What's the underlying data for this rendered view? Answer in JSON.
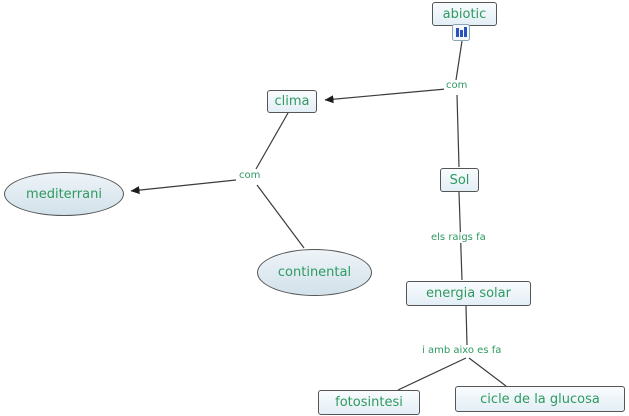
{
  "nodes": {
    "abiotic": {
      "label": "abiotic"
    },
    "clima": {
      "label": "clima"
    },
    "mediterrani": {
      "label": "mediterrani"
    },
    "continental": {
      "label": "continental"
    },
    "sol": {
      "label": "Sol"
    },
    "energia_solar": {
      "label": "energia solar"
    },
    "fotosintesi": {
      "label": "fotosintesi"
    },
    "cicle_glucosa": {
      "label": "cicle de la glucosa"
    }
  },
  "linking_phrases": {
    "com_abiotic": {
      "label": "com"
    },
    "com_clima": {
      "label": "com"
    },
    "els_raigs_fa": {
      "label": "els raigs fa"
    },
    "i_amb_aixo_es_fa": {
      "label": "i amb aixo es fa"
    }
  },
  "icons": {
    "abiotic_resource": "resource-attachment-icon"
  },
  "colors": {
    "concept_text": "#2e9a60",
    "rect_fill": "#eaf3f8",
    "ellipse_fill": "#dde9f1",
    "border": "#555555",
    "edge": "#3c3c3c",
    "background": "#ffffff",
    "resource_icon_blue": "#2a52be"
  }
}
